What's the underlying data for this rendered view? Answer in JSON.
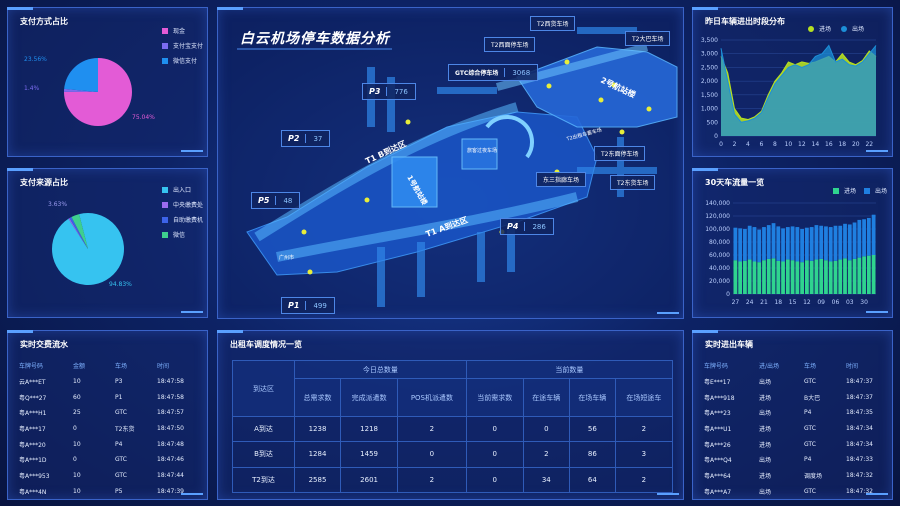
{
  "map": {
    "title": "白云机场停车数据分析",
    "parking": [
      {
        "label": "P1",
        "value": "499"
      },
      {
        "label": "P2",
        "value": "37"
      },
      {
        "label": "P3",
        "value": "776"
      },
      {
        "label": "P4",
        "value": "286"
      },
      {
        "label": "P5",
        "value": "48"
      }
    ],
    "gtc": {
      "label": "GTC综合停车场",
      "value": "3068"
    },
    "labels": [
      "T2西货车场",
      "T2西面停车场",
      "T2大巴车场",
      "T2东面停车场",
      "T2东货车场",
      "东三指廊车场",
      "T2出租车蓄车场"
    ],
    "map_text": [
      "T1 B到达区",
      "T1 A到达区",
      "2号航站楼",
      "1号航站楼",
      "旅客过夜车场",
      "广州市"
    ]
  },
  "payment_method": {
    "title": "支付方式占比",
    "legend": [
      "现金",
      "支付宝支付",
      "微信支付"
    ],
    "colors": [
      "#e35bd6",
      "#7c6cf0",
      "#1f8ff0"
    ],
    "labels": [
      "23.56%",
      "1.4%",
      "75.04%"
    ],
    "chart_data": {
      "type": "pie",
      "categories": [
        "现金",
        "支付宝支付",
        "微信支付"
      ],
      "values": [
        75.04,
        1.4,
        23.56
      ]
    }
  },
  "payment_source": {
    "title": "支付来源占比",
    "legend": [
      "出入口",
      "中央缴费处",
      "自助缴费机",
      "微信"
    ],
    "colors": [
      "#36c3f0",
      "#9b6cf0",
      "#3d63e8",
      "#3ecf8e"
    ],
    "labels": [
      "3.63%",
      "94.83%"
    ],
    "chart_data": {
      "type": "pie",
      "categories": [
        "出入口",
        "中央缴费处",
        "自助缴费机",
        "微信"
      ],
      "values": [
        94.83,
        0.5,
        1.04,
        3.63
      ]
    }
  },
  "yesterday_chart": {
    "title": "昨日车辆进出时段分布",
    "legend": [
      "进场",
      "出场"
    ],
    "colors": [
      "#b6e022",
      "#1c8fd8"
    ],
    "chart_data": {
      "type": "area",
      "x": [
        0,
        1,
        2,
        3,
        4,
        5,
        6,
        7,
        8,
        9,
        10,
        11,
        12,
        13,
        14,
        15,
        16,
        17,
        18,
        19,
        20,
        21,
        22,
        23
      ],
      "xticks": [
        "0",
        "2",
        "4",
        "6",
        "8",
        "10",
        "12",
        "14",
        "16",
        "18",
        "20",
        "22"
      ],
      "ylim": [
        0,
        3500
      ],
      "yticks": [
        "0",
        "500",
        "1,000",
        "1,500",
        "2,000",
        "2,500",
        "3,000",
        "3,500"
      ],
      "series": [
        {
          "name": "进场",
          "values": [
            2900,
            2300,
            1000,
            650,
            600,
            700,
            900,
            1500,
            2000,
            2300,
            2700,
            2600,
            2700,
            2650,
            2700,
            2800,
            2900,
            2700,
            3000,
            2700,
            2600,
            2750,
            3100,
            2900
          ]
        },
        {
          "name": "出场",
          "values": [
            3200,
            2000,
            800,
            500,
            550,
            650,
            850,
            1400,
            1900,
            2200,
            2500,
            2600,
            2500,
            2600,
            2900,
            3000,
            3300,
            2700,
            2800,
            2600,
            2550,
            2700,
            3000,
            3300
          ]
        }
      ]
    }
  },
  "flow30_chart": {
    "title": "30天车流量一览",
    "legend": [
      "进场",
      "出场"
    ],
    "colors": [
      "#2fd48f",
      "#1f7fe0"
    ],
    "chart_data": {
      "type": "bar",
      "xticks": [
        "27",
        "24",
        "21",
        "18",
        "15",
        "12",
        "09",
        "06",
        "03",
        "30"
      ],
      "ylim": [
        0,
        140000
      ],
      "yticks": [
        "0",
        "20,000",
        "40,000",
        "60,000",
        "80,000",
        "100,000",
        "120,000",
        "140,000"
      ],
      "series": [
        {
          "name": "进场",
          "values": [
            52000,
            50000,
            51000,
            53000,
            50000,
            49000,
            52000,
            54000,
            55000,
            51000,
            50000,
            53000,
            52000,
            50000,
            49000,
            52000,
            51000,
            53000,
            54000,
            52000,
            50000,
            51000,
            53000,
            55000,
            52000,
            54000,
            56000,
            58000,
            59000,
            60000
          ]
        },
        {
          "name": "出场",
          "values": [
            50000,
            51000,
            49000,
            52000,
            53000,
            50000,
            51000,
            52000,
            54000,
            53000,
            51000,
            50000,
            52000,
            53000,
            51000,
            50000,
            52000,
            53000,
            51000,
            52000,
            53000,
            54000,
            52000,
            53000,
            55000,
            56000,
            58000,
            57000,
            58000,
            62000
          ]
        }
      ]
    }
  },
  "transactions": {
    "title": "实时交费流水",
    "headers": [
      "车牌号码",
      "金额",
      "车场",
      "时间"
    ],
    "rows": [
      [
        "云A***ET",
        "10",
        "P3",
        "18:47:58"
      ],
      [
        "粤Q***27",
        "60",
        "P1",
        "18:47:58"
      ],
      [
        "粤A***H1",
        "25",
        "GTC",
        "18:47:57"
      ],
      [
        "粤A***17",
        "0",
        "T2东货",
        "18:47:50"
      ],
      [
        "粤A***20",
        "10",
        "P4",
        "18:47:48"
      ],
      [
        "粤A***1D",
        "0",
        "GTC",
        "18:47:46"
      ],
      [
        "粤A***953",
        "10",
        "GTC",
        "18:47:44"
      ],
      [
        "粤A***4N",
        "10",
        "P5",
        "18:47:39"
      ]
    ]
  },
  "taxi": {
    "title": "出租车调度情况一览",
    "col_region": "到达区",
    "group1": "今日总数量",
    "group2": "当前数量",
    "headers": [
      "总需求数",
      "完成派遣数",
      "POS机派遣数",
      "当前需求数",
      "在途车辆",
      "在场车辆",
      "在场短途车"
    ],
    "rows": [
      {
        "name": "A到达",
        "values": [
          "1238",
          "1218",
          "2",
          "0",
          "0",
          "56",
          "2"
        ]
      },
      {
        "name": "B到达",
        "values": [
          "1284",
          "1459",
          "0",
          "0",
          "2",
          "86",
          "3"
        ]
      },
      {
        "name": "T2到达",
        "values": [
          "2585",
          "2601",
          "2",
          "0",
          "34",
          "64",
          "2"
        ]
      }
    ]
  },
  "vehicles": {
    "title": "实时进出车辆",
    "headers": [
      "车牌号码",
      "进/出场",
      "车场",
      "时间"
    ],
    "rows": [
      [
        "粤E***17",
        "出场",
        "GTC",
        "18:47:37"
      ],
      [
        "粤A***918",
        "进场",
        "B大巴",
        "18:47:37"
      ],
      [
        "粤A***23",
        "出场",
        "P4",
        "18:47:35"
      ],
      [
        "粤A***U1",
        "进场",
        "GTC",
        "18:47:34"
      ],
      [
        "粤A***26",
        "进场",
        "GTC",
        "18:47:34"
      ],
      [
        "粤A***Q4",
        "出场",
        "P4",
        "18:47:33"
      ],
      [
        "粤A***64",
        "进场",
        "调度场",
        "18:47:32"
      ],
      [
        "粤A***A7",
        "出场",
        "GTC",
        "18:47:32"
      ]
    ]
  }
}
